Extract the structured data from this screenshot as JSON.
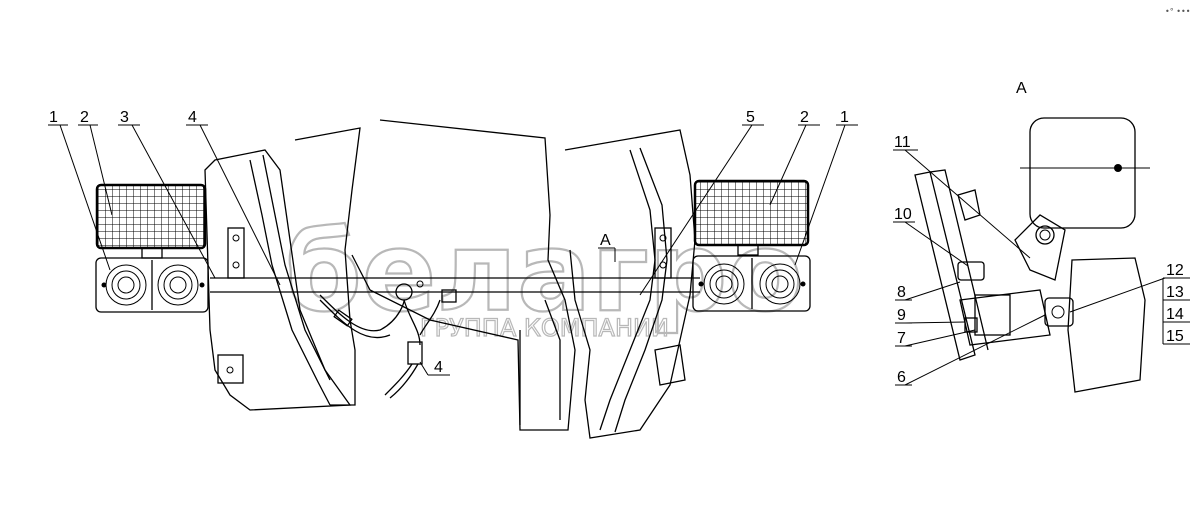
{
  "diagram": {
    "view_label": "A",
    "callouts": {
      "l1": "1",
      "l2": "2",
      "l3": "3",
      "l4_top": "4",
      "l4_bottom": "4",
      "r5": "5",
      "r2": "2",
      "r1": "1",
      "d11": "11",
      "d10": "10",
      "d8": "8",
      "d9": "9",
      "d7": "7",
      "d6": "6",
      "d12": "12",
      "d13": "13",
      "d14": "14",
      "d15": "15"
    },
    "corner_mark": "•° •••"
  },
  "watermark": {
    "brand": "белагро",
    "subtitle": "ГРУППА КОМПАНИИ"
  }
}
